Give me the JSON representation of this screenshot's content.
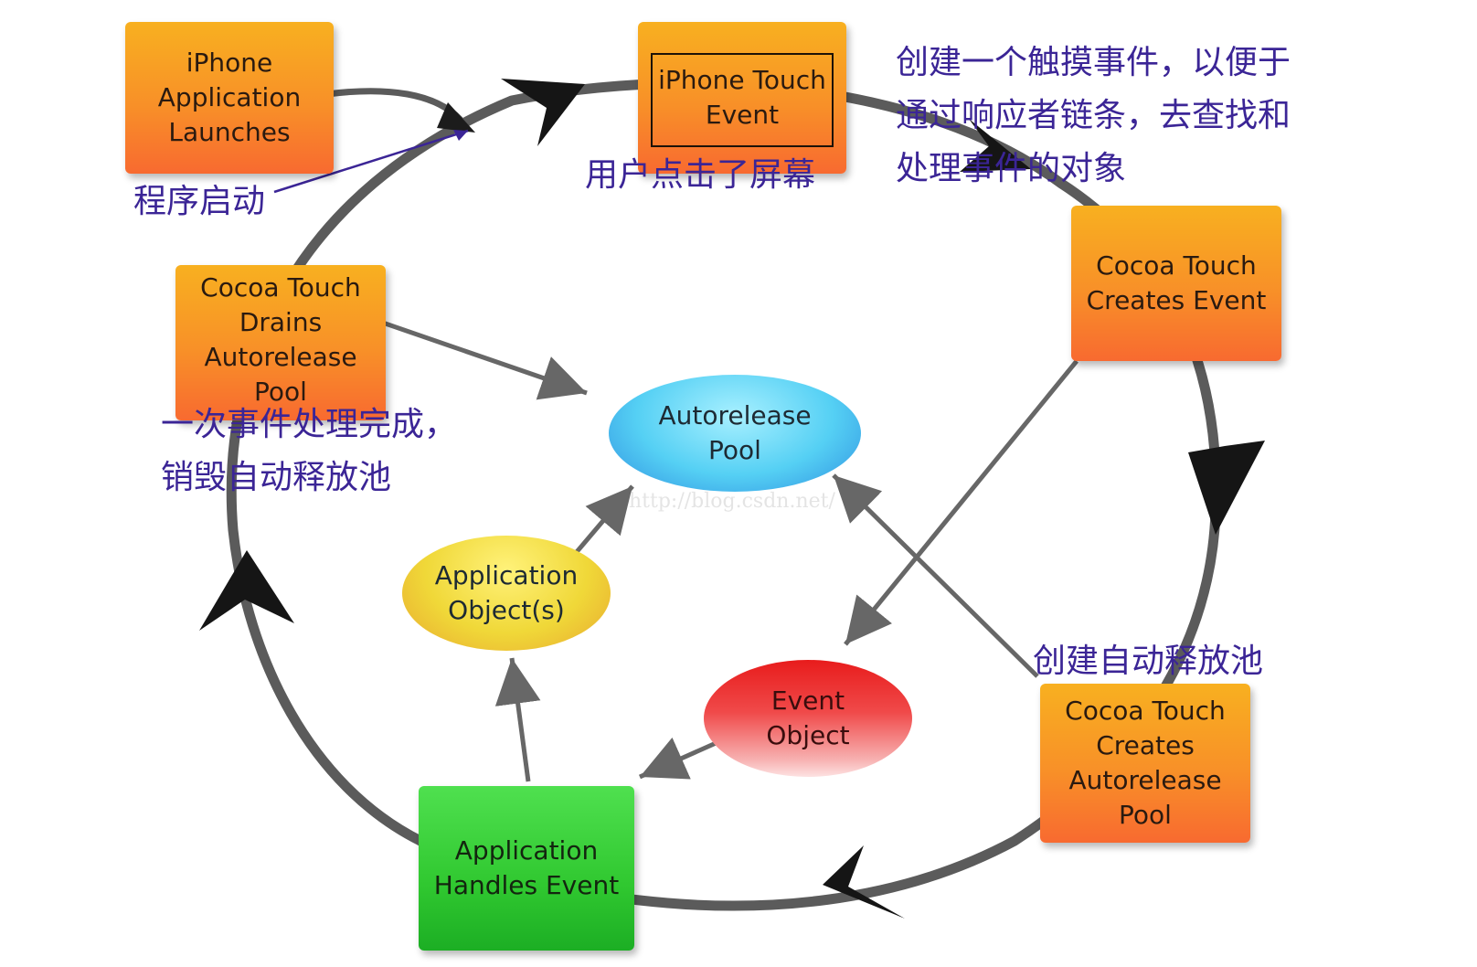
{
  "nodes": {
    "iphone_launch": [
      "iPhone",
      "Application",
      "Launches"
    ],
    "touch_event": [
      "iPhone Touch",
      "Event"
    ],
    "creates_event": [
      "Cocoa Touch",
      "Creates Event"
    ],
    "creates_pool": [
      "Cocoa Touch",
      "Creates",
      "Autorelease",
      "Pool"
    ],
    "handles_event": [
      "Application",
      "Handles Event"
    ],
    "drains_pool": [
      "Cocoa Touch",
      "Drains",
      "Autorelease",
      "Pool"
    ],
    "autorelease_pool": [
      "Autorelease",
      "Pool"
    ],
    "app_objects": [
      "Application",
      "Object(s)"
    ],
    "event_object": [
      "Event",
      "Object"
    ]
  },
  "annotations": {
    "launch": "程序启动",
    "tap": "用户点击了屏幕",
    "create_event": [
      "创建一个触摸事件，以便于",
      "通过响应者链条，去查找和",
      "处理事件的对象"
    ],
    "create_pool": "创建自动释放池",
    "drain": [
      "一次事件处理完成，",
      "销毁自动释放池"
    ]
  },
  "watermark": "http://blog.csdn.net/",
  "colors": {
    "cycle": "#5b5b5b",
    "arrowhead": "#151515",
    "connector": "#676767",
    "annotation": "#3b2596",
    "box_orange": "#f89028",
    "box_green": "#30c830"
  }
}
